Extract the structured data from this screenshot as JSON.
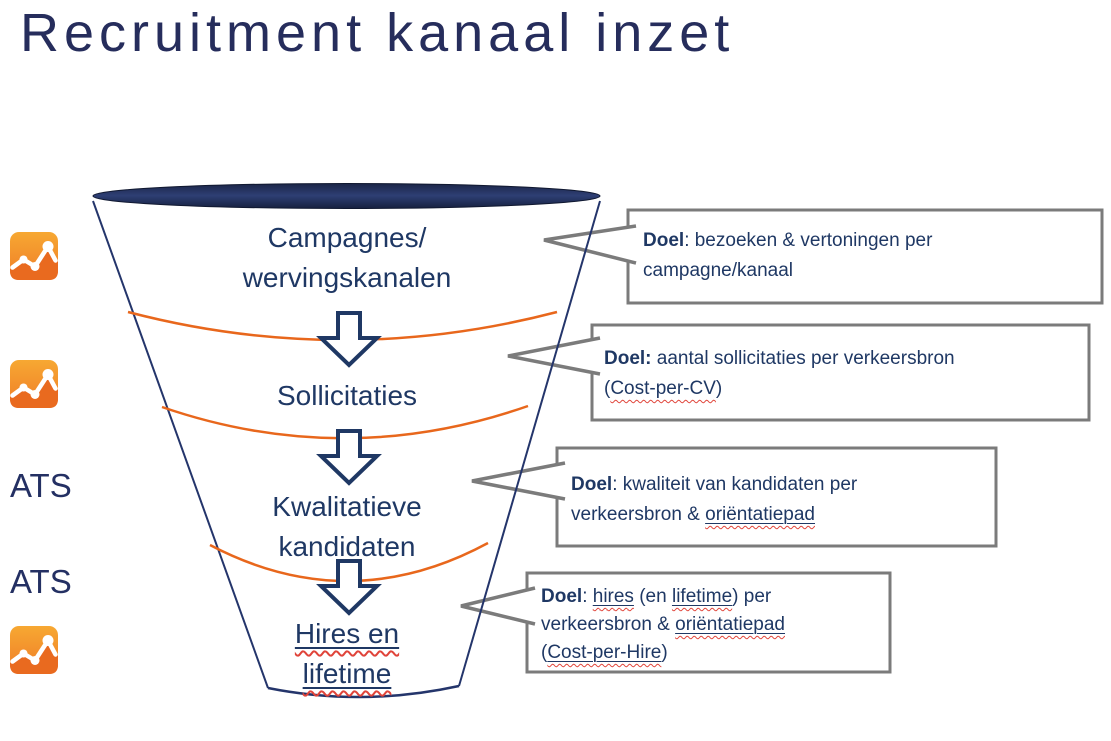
{
  "title": "Recruitment kanaal inzet",
  "colors": {
    "navy_text": "#1F3864",
    "title_navy": "#262D5C",
    "funnel_line": "#24356B",
    "orange_arc": "#E8671C",
    "callout_border": "#7B7B7B",
    "squiggle_red": "#E0443A",
    "icon_orange_light": "#F7A832",
    "icon_orange_dark": "#E96A1F"
  },
  "funnel": {
    "stages": [
      {
        "line1": "Campagnes/",
        "line2": "wervingskanalen"
      },
      {
        "line1": "Sollicitaties"
      },
      {
        "line1": "Kwalitatieve",
        "line2": "kandidaten"
      },
      {
        "line1": "Hires en",
        "line2": "lifetime"
      }
    ]
  },
  "left_labels": {
    "ats1": "ATS",
    "ats2": "ATS",
    "icon_name": "google-analytics-icon"
  },
  "callouts": [
    {
      "bold": "Doel",
      "line1": ": bezoeken & vertoningen per",
      "line2": "campagne/kanaal"
    },
    {
      "bold": "Doel:",
      "line1": " aantal sollicitaties per verkeersbron",
      "line2_open": "(",
      "line2_word": "Cost-per-CV",
      "line2_close": ")"
    },
    {
      "bold": "Doel",
      "line1": ": kwaliteit van kandidaten per",
      "line2_start": "verkeersbron & ",
      "line2_word": "oriëntatiepad"
    },
    {
      "bold": "Doel",
      "sep": ": ",
      "word_hires": "hires",
      "mid": " (en ",
      "word_lifetime": "lifetime",
      "line1_end": ") per",
      "line2_start": "verkeersbron & ",
      "line2_word": "oriëntatiepad",
      "line3_open": "(",
      "line3_word": "Cost-per-Hire",
      "line3_close": ")"
    }
  ]
}
